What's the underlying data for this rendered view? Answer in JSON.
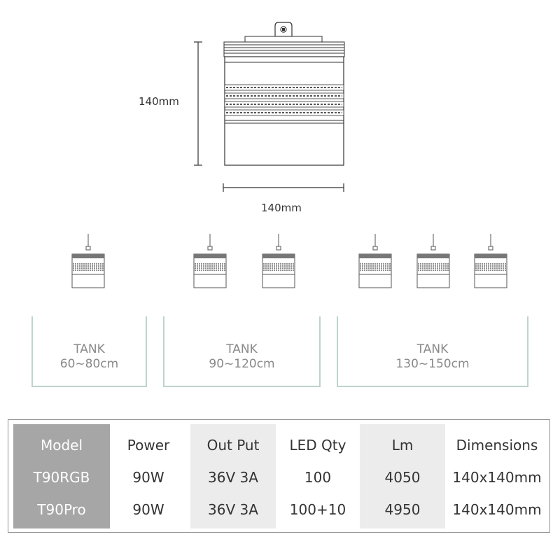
{
  "diagram": {
    "height_label": "140mm",
    "width_label": "140mm"
  },
  "tanks": [
    {
      "title": "TANK",
      "range": "60~80cm",
      "lamps": 1
    },
    {
      "title": "TANK",
      "range": "90~120cm",
      "lamps": 2
    },
    {
      "title": "TANK",
      "range": "130~150cm",
      "lamps": 3
    }
  ],
  "table": {
    "headers": [
      "Model",
      "Power",
      "Out Put",
      "LED Qty",
      "Lm",
      "Dimensions"
    ],
    "rows": [
      [
        "T90RGB",
        "90W",
        "36V 3A",
        "100",
        "4050",
        "140x140mm"
      ],
      [
        "T90Pro",
        "90W",
        "36V 3A",
        "100+10",
        "4950",
        "140x140mm"
      ]
    ]
  },
  "colors": {
    "tank_border": "#bdd3cf",
    "model_column": "#a6a6a6",
    "shaded_column": "#ececec"
  }
}
